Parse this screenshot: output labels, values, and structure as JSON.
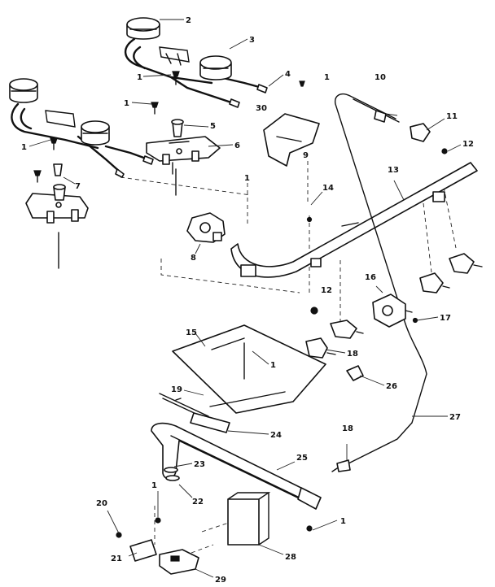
{
  "callouts": {
    "c1": "1",
    "c2": "2",
    "c3": "3",
    "c4": "4",
    "c5": "5",
    "c6": "6",
    "c7": "7",
    "c8": "8",
    "c9": "9",
    "c10": "10",
    "c11": "11",
    "c12": "12",
    "c13": "13",
    "c14": "14",
    "c15": "15",
    "c16": "16",
    "c17": "17",
    "c18": "18",
    "c19": "19",
    "c20": "20",
    "c21": "21",
    "c22": "22",
    "c23": "23",
    "c24": "24",
    "c25": "25",
    "c26": "26",
    "c27": "27",
    "c28": "28",
    "c29": "29",
    "c30": "30"
  },
  "colors": {
    "ink": "#111111",
    "paper": "#ffffff"
  }
}
